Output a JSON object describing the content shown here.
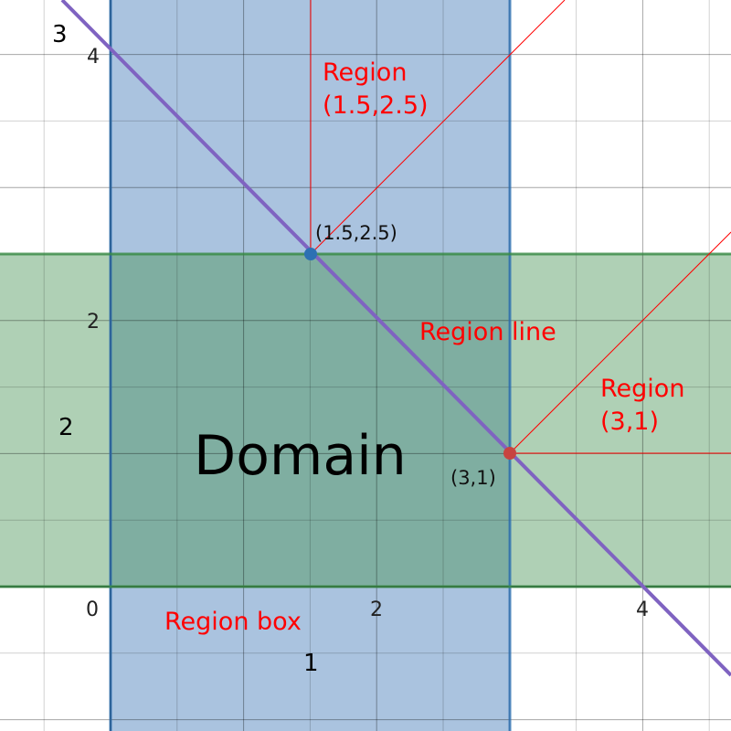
{
  "axis": {
    "x_ticks": [
      "0",
      "2",
      "4"
    ],
    "y_ticks": [
      "2",
      "4"
    ]
  },
  "side_labels": {
    "top_left": "3",
    "left": "2",
    "bottom": "1"
  },
  "regions": {
    "domain": "Domain",
    "region_box": "Region box",
    "region_line": "Region line",
    "region_point_a": [
      "Region",
      "(1.5,2.5)"
    ],
    "region_point_b": [
      "Region",
      "(3,1)"
    ]
  },
  "points": [
    {
      "label": "(1.5,2.5)",
      "x": 1.5,
      "y": 2.5,
      "color": "#2d70b3"
    },
    {
      "label": "(3,1)",
      "x": 3,
      "y": 1,
      "color": "#c74440"
    }
  ],
  "line": {
    "equation": "x + y = 4",
    "color": "#7f63c1"
  },
  "colors": {
    "blue_band": "#aac3df",
    "green_band": "#afd0b5",
    "overlap": "#7faea1",
    "blue_border": "#2d70b3",
    "green_border": "#388c46",
    "red": "#ff0000"
  }
}
